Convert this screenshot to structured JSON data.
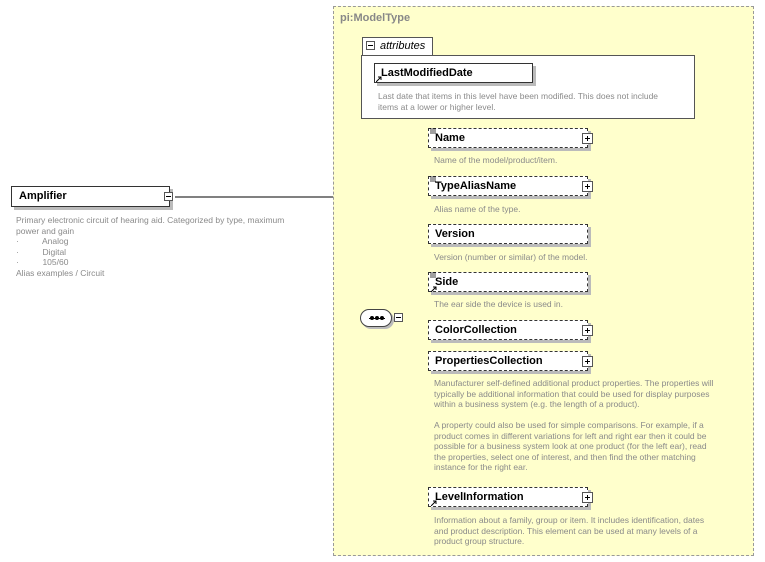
{
  "diagram": {
    "type_name": "pi:ModelType",
    "attributes_label": "attributes",
    "root": {
      "name": "Amplifier",
      "description": [
        "Primary electronic circuit of hearing aid.  Categorized by type, maximum",
        "power and gain",
        "·          Analog",
        "·          Digital",
        "·          105/60",
        "Alias examples / Circuit"
      ]
    },
    "attribute": {
      "name": "LastModifiedDate",
      "description": [
        "Last date that items in this level have been modified. This does not include",
        "items at a lower or higher level."
      ]
    },
    "elements": [
      {
        "name": "Name",
        "description": [
          "Name of the model/product/item."
        ]
      },
      {
        "name": "TypeAliasName",
        "description": [
          "Alias name of the type."
        ]
      },
      {
        "name": "Version",
        "description": [
          "Version (number or similar) of the model."
        ]
      },
      {
        "name": "Side",
        "description": [
          "The ear side the device is used in."
        ]
      },
      {
        "name": "ColorCollection",
        "description": []
      },
      {
        "name": "PropertiesCollection",
        "description": [
          "Manufacturer self-defined additional product properties.  The properties will",
          "typically be additional information that could be used for display purposes",
          "within a business system (e.g. the length of a product).",
          "",
          "A property could also be used for simple comparisons.  For example, if a",
          "product comes in different variations for left and right ear then it could be",
          "possible for a business system look at one product (for the left ear), read",
          "the properties, select one of interest, and then find the other matching",
          "instance for the right ear."
        ]
      },
      {
        "name": "LevelInformation",
        "description": [
          "Information about a family, group or item. It includes identification, dates",
          "and product description. This element can be used at many levels of a",
          "product group structure."
        ]
      }
    ]
  }
}
